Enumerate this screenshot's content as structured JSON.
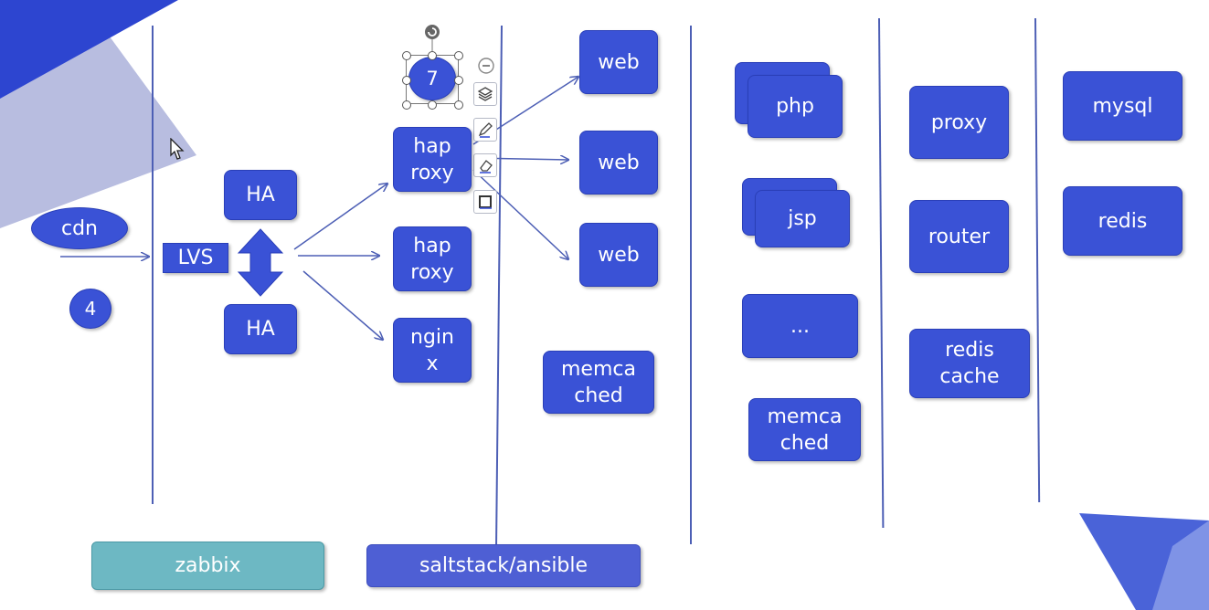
{
  "nodes": {
    "cdn": "cdn",
    "num4": "4",
    "lvs": "LVS",
    "ha_top": "HA",
    "ha_bottom": "HA",
    "num7": "7",
    "haproxy_1": "hap\nroxy",
    "haproxy_2": "hap\nroxy",
    "nginx": "ngin\nx",
    "web_1": "web",
    "web_2": "web",
    "web_3": "web",
    "memcached_1": "memca\nched",
    "php": "php",
    "jsp": "jsp",
    "ellipsis": "...",
    "memcached_2": "memca\nched",
    "proxy": "proxy",
    "router": "router",
    "redis_cache": "redis\ncache",
    "mysql": "mysql",
    "redis": "redis",
    "zabbix": "zabbix",
    "saltstack": "saltstack/ansible"
  },
  "colors": {
    "node": "#3a52d6",
    "line": "#4d5fb5",
    "zabbix": "#6db8c3",
    "saltstack": "#4e5fd4",
    "deco_dark": "#2d45d0",
    "deco_light": "#b8bde0"
  },
  "toolbar": {
    "icons": [
      "minus-circle-icon",
      "layers-icon",
      "pen-icon",
      "eraser-icon",
      "frame-icon"
    ]
  }
}
